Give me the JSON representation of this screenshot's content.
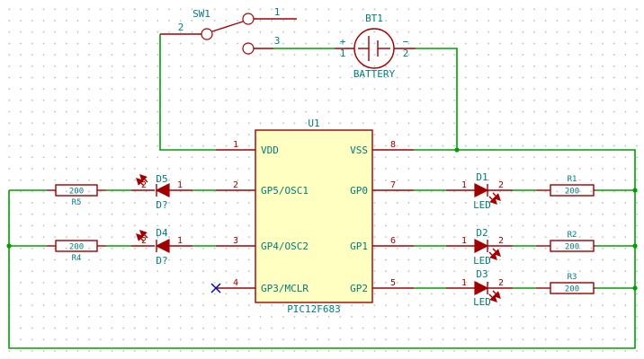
{
  "colors": {
    "wire": "#00a000",
    "component": "#a00000",
    "label_text": "#007c7c",
    "component_fill": "#ffffc2",
    "no_connect": "#0000c0"
  },
  "u1": {
    "ref": "U1",
    "value": "PIC12F683",
    "pins": {
      "p1": {
        "num": "1",
        "name": "VDD"
      },
      "p2": {
        "num": "2",
        "name": "GP5/OSC1"
      },
      "p3": {
        "num": "3",
        "name": "GP4/OSC2"
      },
      "p4": {
        "num": "4",
        "name": "GP3/MCLR"
      },
      "p5": {
        "num": "5",
        "name": "GP2"
      },
      "p6": {
        "num": "6",
        "name": "GP1"
      },
      "p7": {
        "num": "7",
        "name": "GP0"
      },
      "p8": {
        "num": "8",
        "name": "VSS"
      }
    }
  },
  "sw1": {
    "ref": "SW1",
    "pin1": "1",
    "pin2": "2",
    "pin3": "3"
  },
  "bt1": {
    "ref": "BT1",
    "value": "BATTERY",
    "pin1": "1",
    "pin2": "2",
    "plus": "+",
    "minus": "−"
  },
  "d1": {
    "ref": "D1",
    "value": "LED",
    "pin1": "1",
    "pin2": "2"
  },
  "d2": {
    "ref": "D2",
    "value": "LED",
    "pin1": "1",
    "pin2": "2"
  },
  "d3": {
    "ref": "D3",
    "value": "LED",
    "pin1": "1",
    "pin2": "2"
  },
  "d4": {
    "ref": "D4",
    "value": "D?",
    "pin1": "1",
    "pin2": "2"
  },
  "d5": {
    "ref": "D5",
    "value": "D?",
    "pin1": "1",
    "pin2": "2"
  },
  "r1": {
    "ref": "R1",
    "value": "200"
  },
  "r2": {
    "ref": "R2",
    "value": "200"
  },
  "r3": {
    "ref": "R3",
    "value": "200"
  },
  "r4": {
    "ref": "R4",
    "value": "200"
  },
  "r5": {
    "ref": "R5",
    "value": "200"
  }
}
